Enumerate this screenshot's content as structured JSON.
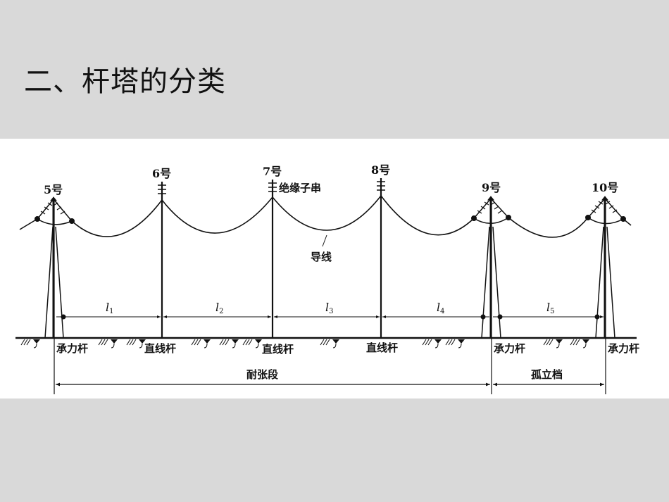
{
  "slide": {
    "title": "二、杆塔的分类"
  },
  "diagram": {
    "towers": [
      {
        "id": "5",
        "label": "5号",
        "type_label": "承力杆",
        "kind": "tension"
      },
      {
        "id": "6",
        "label": "6号",
        "type_label": "直线杆",
        "kind": "straight"
      },
      {
        "id": "7",
        "label": "7号",
        "type_label": "直线杆",
        "kind": "straight"
      },
      {
        "id": "8",
        "label": "8号",
        "type_label": "直线杆",
        "kind": "straight"
      },
      {
        "id": "9",
        "label": "9号",
        "type_label": "承力杆",
        "kind": "tension"
      },
      {
        "id": "10",
        "label": "10号",
        "type_label": "承力杆",
        "kind": "tension"
      }
    ],
    "annotations": {
      "insulator_string": "绝缘子串",
      "conductor": "导线"
    },
    "spans": [
      {
        "symbol": "l",
        "subscript": "1"
      },
      {
        "symbol": "l",
        "subscript": "2"
      },
      {
        "symbol": "l",
        "subscript": "3"
      },
      {
        "symbol": "l",
        "subscript": "4"
      },
      {
        "symbol": "l",
        "subscript": "5"
      }
    ],
    "sections": {
      "tension_section": "耐张段",
      "isolated_span": "孤立档"
    }
  }
}
